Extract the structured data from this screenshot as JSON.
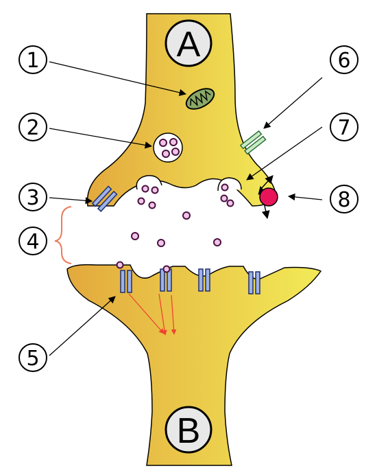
{
  "neurons": {
    "presynaptic_letter": "A",
    "postsynaptic_letter": "B"
  },
  "labels": [
    "1",
    "2",
    "3",
    "4",
    "5",
    "6",
    "7",
    "8"
  ],
  "colors": {
    "neuron_light": "#f2ea57",
    "neuron_dark": "#e3a93d",
    "outline": "#000000",
    "vesicle_fill": "#ffffff",
    "molecule_fill": "#f0c6e8",
    "molecule_stroke": "#4a1040",
    "receptor_fill": "#9eb2e6",
    "receptor_stroke": "#1d2e6e",
    "autoreceptor_fill": "#c8ebc4",
    "autoreceptor_stroke": "#2d6e3a",
    "transporter_fill": "#e8145a",
    "mitochondrion_fill": "#8aa867",
    "signal_arrow": "#ee4430",
    "cleft_bracket": "#ea7a5a"
  }
}
